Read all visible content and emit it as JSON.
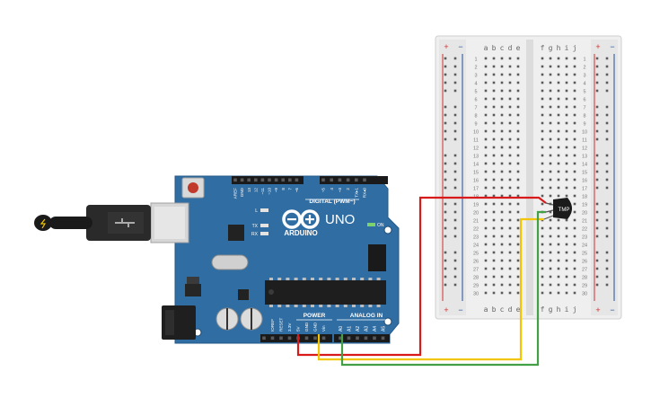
{
  "arduino": {
    "brand": "ARDUINO",
    "model": "UNO",
    "digital_header": "DIGITAL (PWM~)",
    "digital_pins": [
      "AREF",
      "GND",
      "13",
      "12",
      "~11",
      "~10",
      "~9",
      "8",
      "7",
      "~6",
      "~5",
      "4",
      "~3",
      "2",
      "TX▸1",
      "RX◂0"
    ],
    "led_labels": [
      "L",
      "TX",
      "RX"
    ],
    "on_label": "ON",
    "power_label": "POWER",
    "analog_label": "ANALOG IN",
    "power_pins": [
      "IOREF",
      "RESET",
      "3.3V",
      "5V",
      "GND",
      "GND",
      "Vin"
    ],
    "analog_pins": [
      "A0",
      "A1",
      "A2",
      "A3",
      "A4",
      "A5"
    ]
  },
  "breadboard": {
    "columns_left": [
      "a",
      "b",
      "c",
      "d",
      "e"
    ],
    "columns_right": [
      "f",
      "g",
      "h",
      "i",
      "j"
    ],
    "rail_plus": "+",
    "rail_minus": "−",
    "rows": [
      "1",
      "2",
      "3",
      "4",
      "5",
      "6",
      "7",
      "8",
      "9",
      "10",
      "11",
      "12",
      "13",
      "14",
      "15",
      "16",
      "17",
      "18",
      "19",
      "20",
      "21",
      "22",
      "23",
      "24",
      "25",
      "26",
      "27",
      "28",
      "29",
      "30"
    ]
  },
  "sensor": {
    "label": "TMP"
  },
  "colors": {
    "board": "#2f6da3",
    "board_dark": "#245a88",
    "breadboard": "#f0f0f0",
    "wire_red": "#d81a1a",
    "wire_yellow": "#f2c500",
    "wire_green": "#43a047",
    "rail_red": "#d32f2f",
    "rail_blue": "#1e4f9c"
  }
}
